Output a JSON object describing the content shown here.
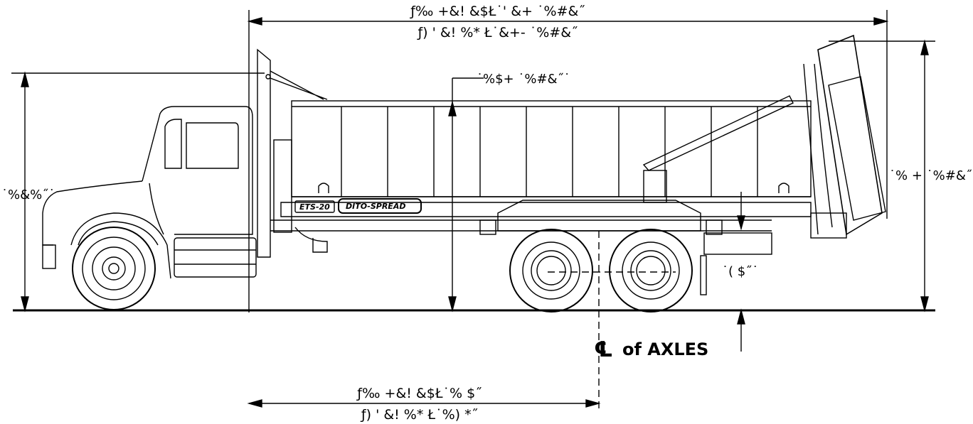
{
  "dimensions": {
    "overall_length_line1": "ƒ‰ +&! &$Ł˙' &+ ˙%#&˝",
    "overall_length_line2": "ƒ) ' &! %* Ł˙&+- ˙%#&˝",
    "body_height": "˙%$+ ˙%#&˝˙",
    "cab_height": "˙%&%˝˙",
    "rear_height": "˙% + ˙%#&˝˙",
    "ground_clearance": "˙( $˝˙",
    "cab_to_axle_line1": "ƒ‰ +&! &$Ł˙% $˝",
    "cab_to_axle_line2": "ƒ) ' &! %* Ł˙%) *˝"
  },
  "centerline_label": {
    "symbol": "℄",
    "text": "of AXLES"
  },
  "badges": {
    "model": "ETS-20",
    "brand": "DITO-SPREAD"
  }
}
